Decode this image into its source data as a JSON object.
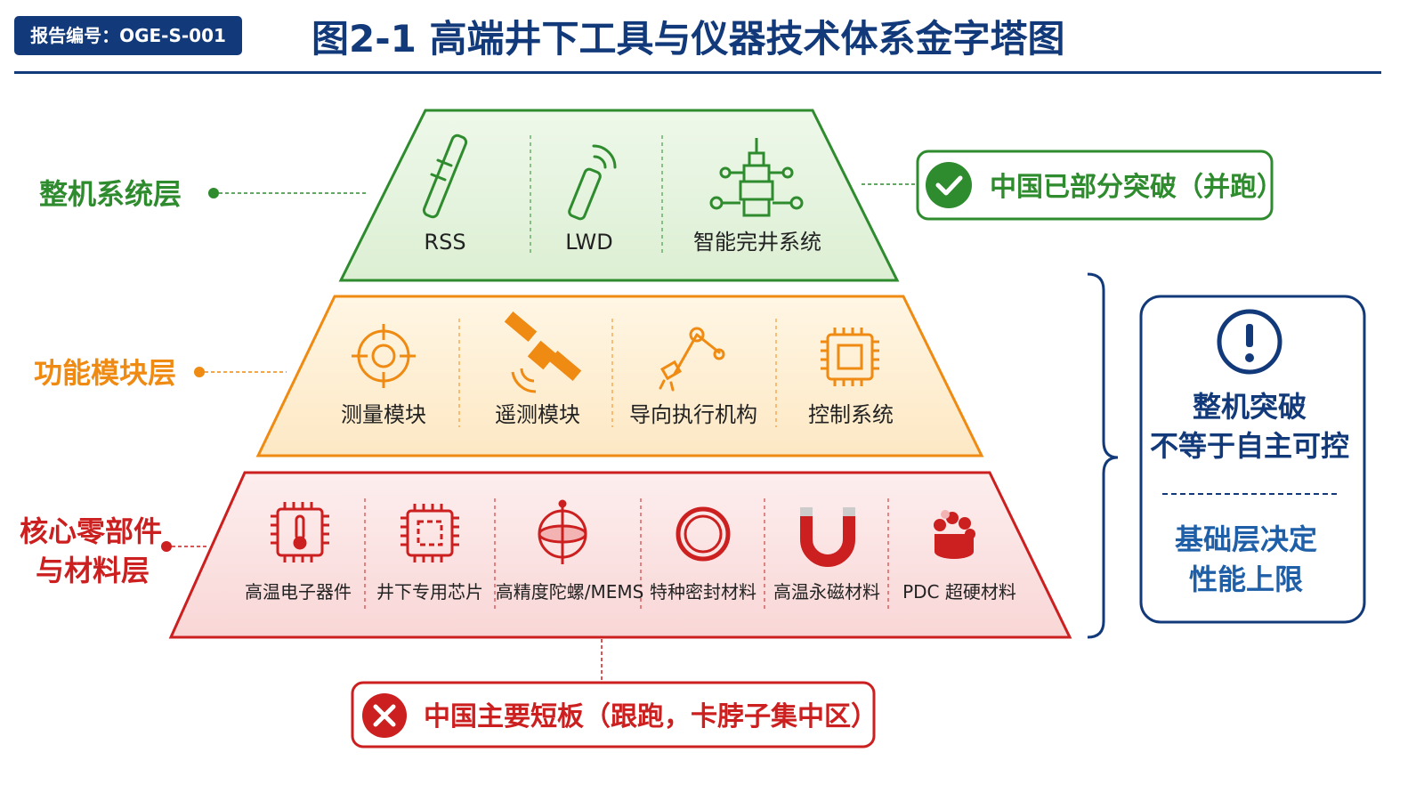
{
  "header": {
    "report_badge": "报告编号：OGE-S-001",
    "title": "图2-1  高端井下工具与仪器技术体系金字塔图"
  },
  "colors": {
    "navy": "#123a7a",
    "green": "#2e8b2e",
    "orange": "#ef8a12",
    "red": "#cc1f1f"
  },
  "layers": {
    "top": {
      "name": "整机系统层",
      "items": [
        {
          "label": "RSS",
          "icon": "rotary-steerable-tool-icon"
        },
        {
          "label": "LWD",
          "icon": "wireless-logging-tool-icon"
        },
        {
          "label": "智能完井系统",
          "icon": "wellhead-valve-icon"
        }
      ],
      "status": "中国已部分突破（并跑）"
    },
    "middle": {
      "name": "功能模块层",
      "items": [
        {
          "label": "测量模块",
          "icon": "target-crosshair-icon"
        },
        {
          "label": "遥测模块",
          "icon": "satellite-icon"
        },
        {
          "label": "导向执行机构",
          "icon": "robot-arm-icon"
        },
        {
          "label": "控制系统",
          "icon": "processor-chip-icon"
        }
      ]
    },
    "bottom": {
      "name_line1": "核心零部件",
      "name_line2": "与材料层",
      "items": [
        {
          "label": "高温电子器件",
          "icon": "thermometer-chip-icon"
        },
        {
          "label": "井下专用芯片",
          "icon": "chip-icon"
        },
        {
          "label": "高精度陀螺/MEMS",
          "icon": "gyroscope-icon"
        },
        {
          "label": "特种密封材料",
          "icon": "seal-ring-icon"
        },
        {
          "label": "高温永磁材料",
          "icon": "magnet-icon"
        },
        {
          "label": "PDC 超硬材料",
          "icon": "pdc-cutter-icon"
        }
      ],
      "status": "中国主要短板（跟跑，卡脖子集中区）"
    }
  },
  "insight": {
    "line1": "整机突破",
    "line2": "不等于自主可控",
    "line3": "基础层决定",
    "line4": "性能上限"
  }
}
